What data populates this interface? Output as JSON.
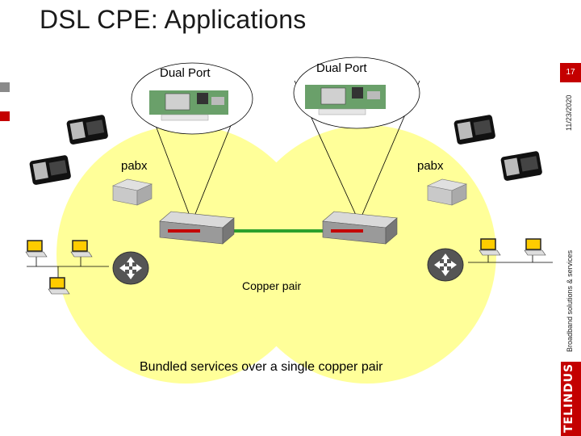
{
  "title": "DSL CPE: Applications",
  "page_number": "17",
  "date": "11/23/2020",
  "side_text": "Broadband solutions & services",
  "logo_text": "TELINDUS",
  "labels": {
    "dual_port_left": "Dual Port",
    "dual_port_right": "Dual Port",
    "pabx_left": "pabx",
    "pabx_right": "pabx",
    "copper_pair": "Copper pair",
    "caption": "Bundled services over a single copper pair"
  },
  "colors": {
    "accent_red": "#c40000",
    "site_circle": "#ffff99",
    "copper_line": "#2ca02c",
    "marker_gray": "#888888"
  }
}
